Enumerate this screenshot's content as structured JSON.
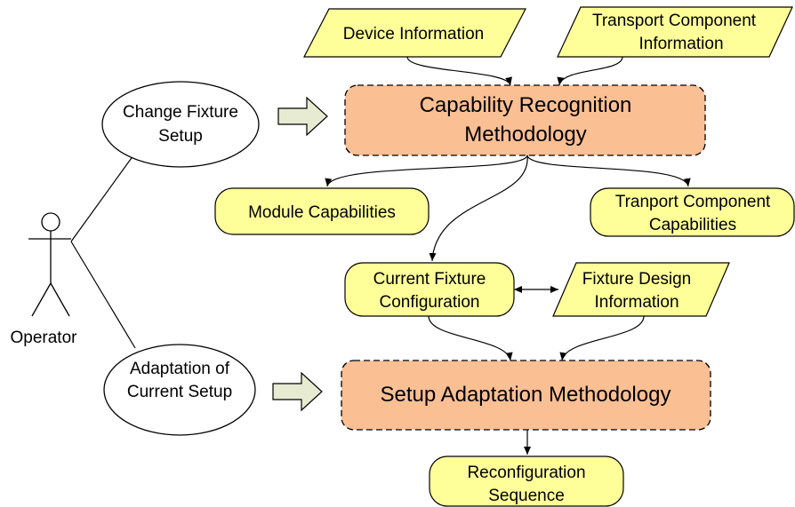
{
  "nodes": {
    "device_information": {
      "line1": "Device Information"
    },
    "transport_component_information": {
      "line1": "Transport Component",
      "line2": "Information"
    },
    "capability_recognition_methodology": {
      "line1": "Capability Recognition",
      "line2": "Methodology"
    },
    "module_capabilities": {
      "line1": "Module Capabilities"
    },
    "transport_component_capabilities": {
      "line1": "Tranport Component",
      "line2": "Capabilities"
    },
    "current_fixture_configuration": {
      "line1": "Current Fixture",
      "line2": "Configuration"
    },
    "fixture_design_information": {
      "line1": "Fixture Design",
      "line2": "Information"
    },
    "setup_adaptation_methodology": {
      "line1": "Setup Adaptation Methodology"
    },
    "reconfiguration_sequence": {
      "line1": "Reconfiguration",
      "line2": "Sequence"
    }
  },
  "use_cases": {
    "change_fixture_setup": {
      "line1": "Change Fixture",
      "line2": "Setup"
    },
    "adaptation_of_current_setup": {
      "line1": "Adaptation of",
      "line2": "Current Setup"
    }
  },
  "actor": {
    "label": "Operator"
  },
  "colors": {
    "input_fill": "#ffff99",
    "result_fill": "#ffff99",
    "methodology_fill": "#fbbf94",
    "arrow_fill": "#e6ebd2",
    "stroke": "#000000"
  }
}
